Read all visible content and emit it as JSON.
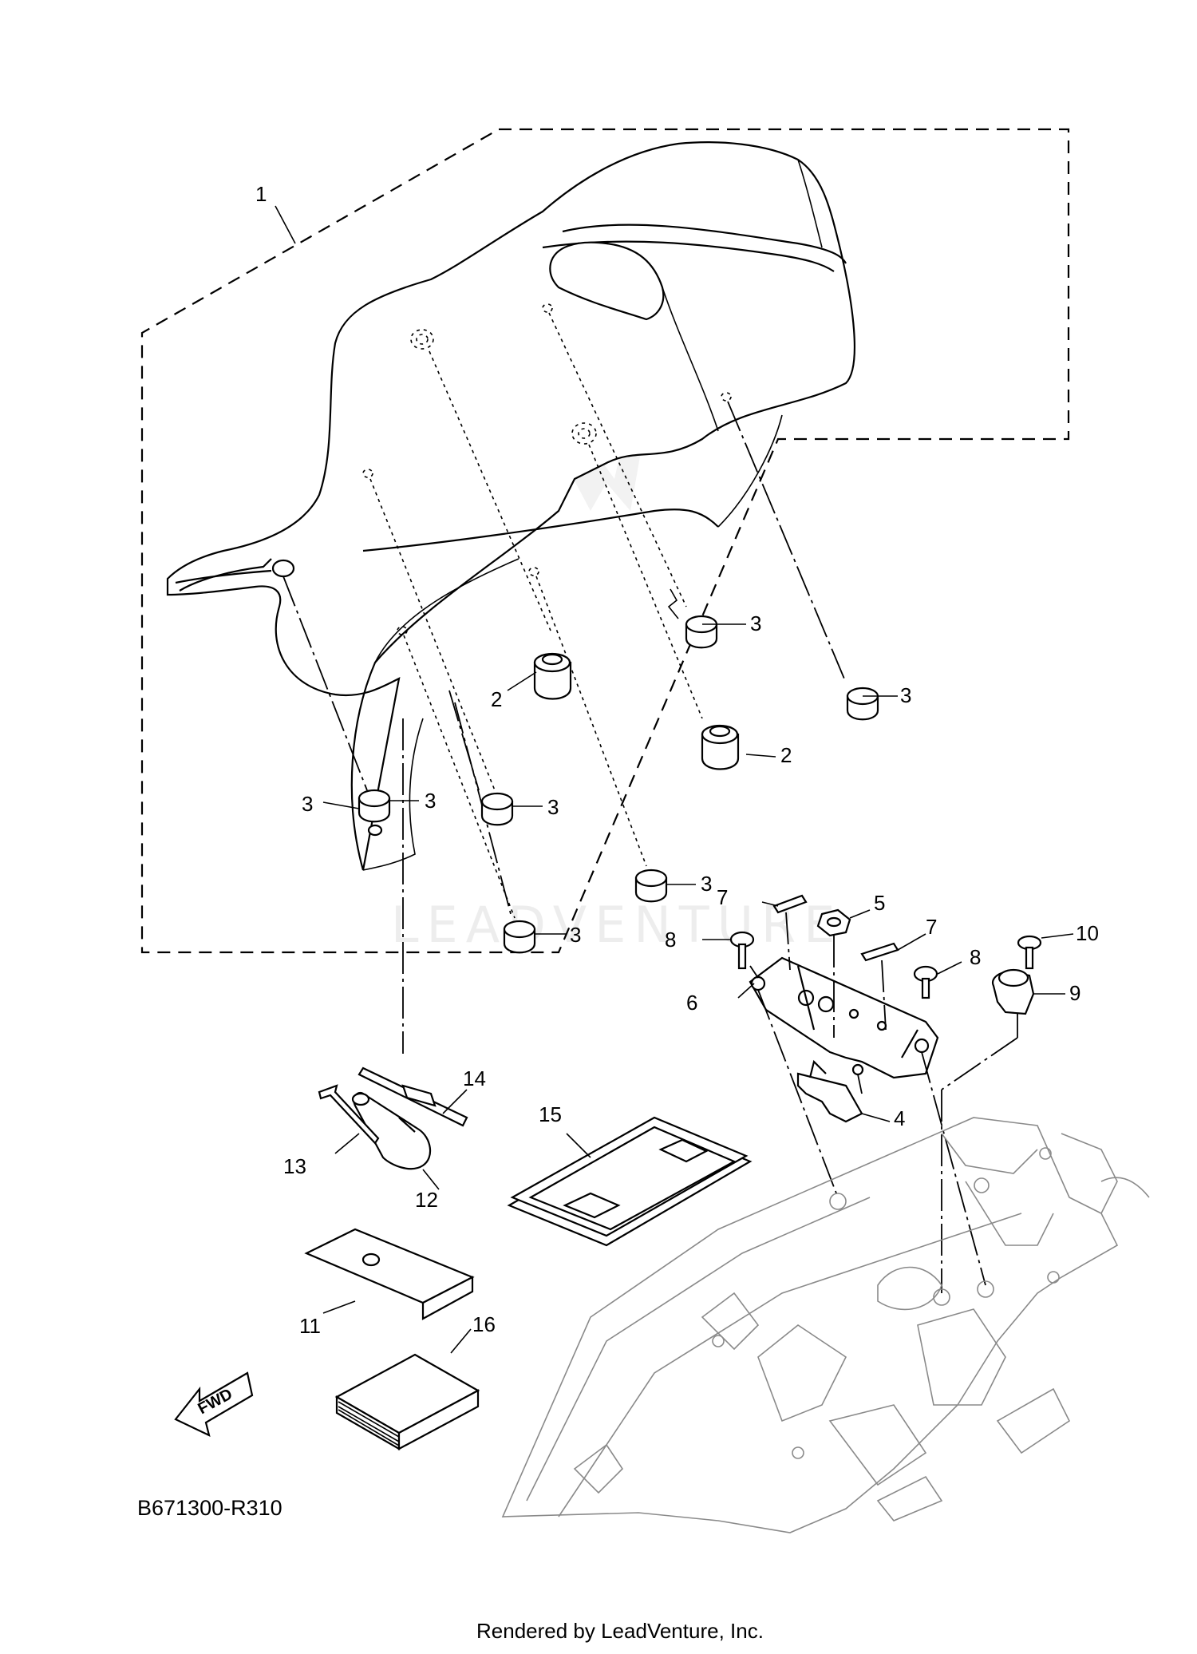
{
  "diagram": {
    "watermark": "LEADVENTURE",
    "diagram_code": "B671300-R310",
    "footer": "Rendered by LeadVenture, Inc.",
    "direction_badge": "FWD",
    "callouts": {
      "seat": "1",
      "damper_a": "2",
      "damper_b": "2",
      "damper_c": "3",
      "damper_d": "3",
      "damper_e": "3",
      "damper_f": "3",
      "damper_g": "3",
      "damper_h": "3",
      "damper_i": "3",
      "seat_lock": "4",
      "nut": "5",
      "bracket": "6",
      "label_a": "7",
      "label_b": "7",
      "bolt_a": "8",
      "bolt_b": "8",
      "holder": "9",
      "bolt_c": "10",
      "tool_case": "11",
      "handle": "12",
      "wrench": "13",
      "screwdriver": "14",
      "document_bag": "15",
      "manual": "16"
    }
  }
}
